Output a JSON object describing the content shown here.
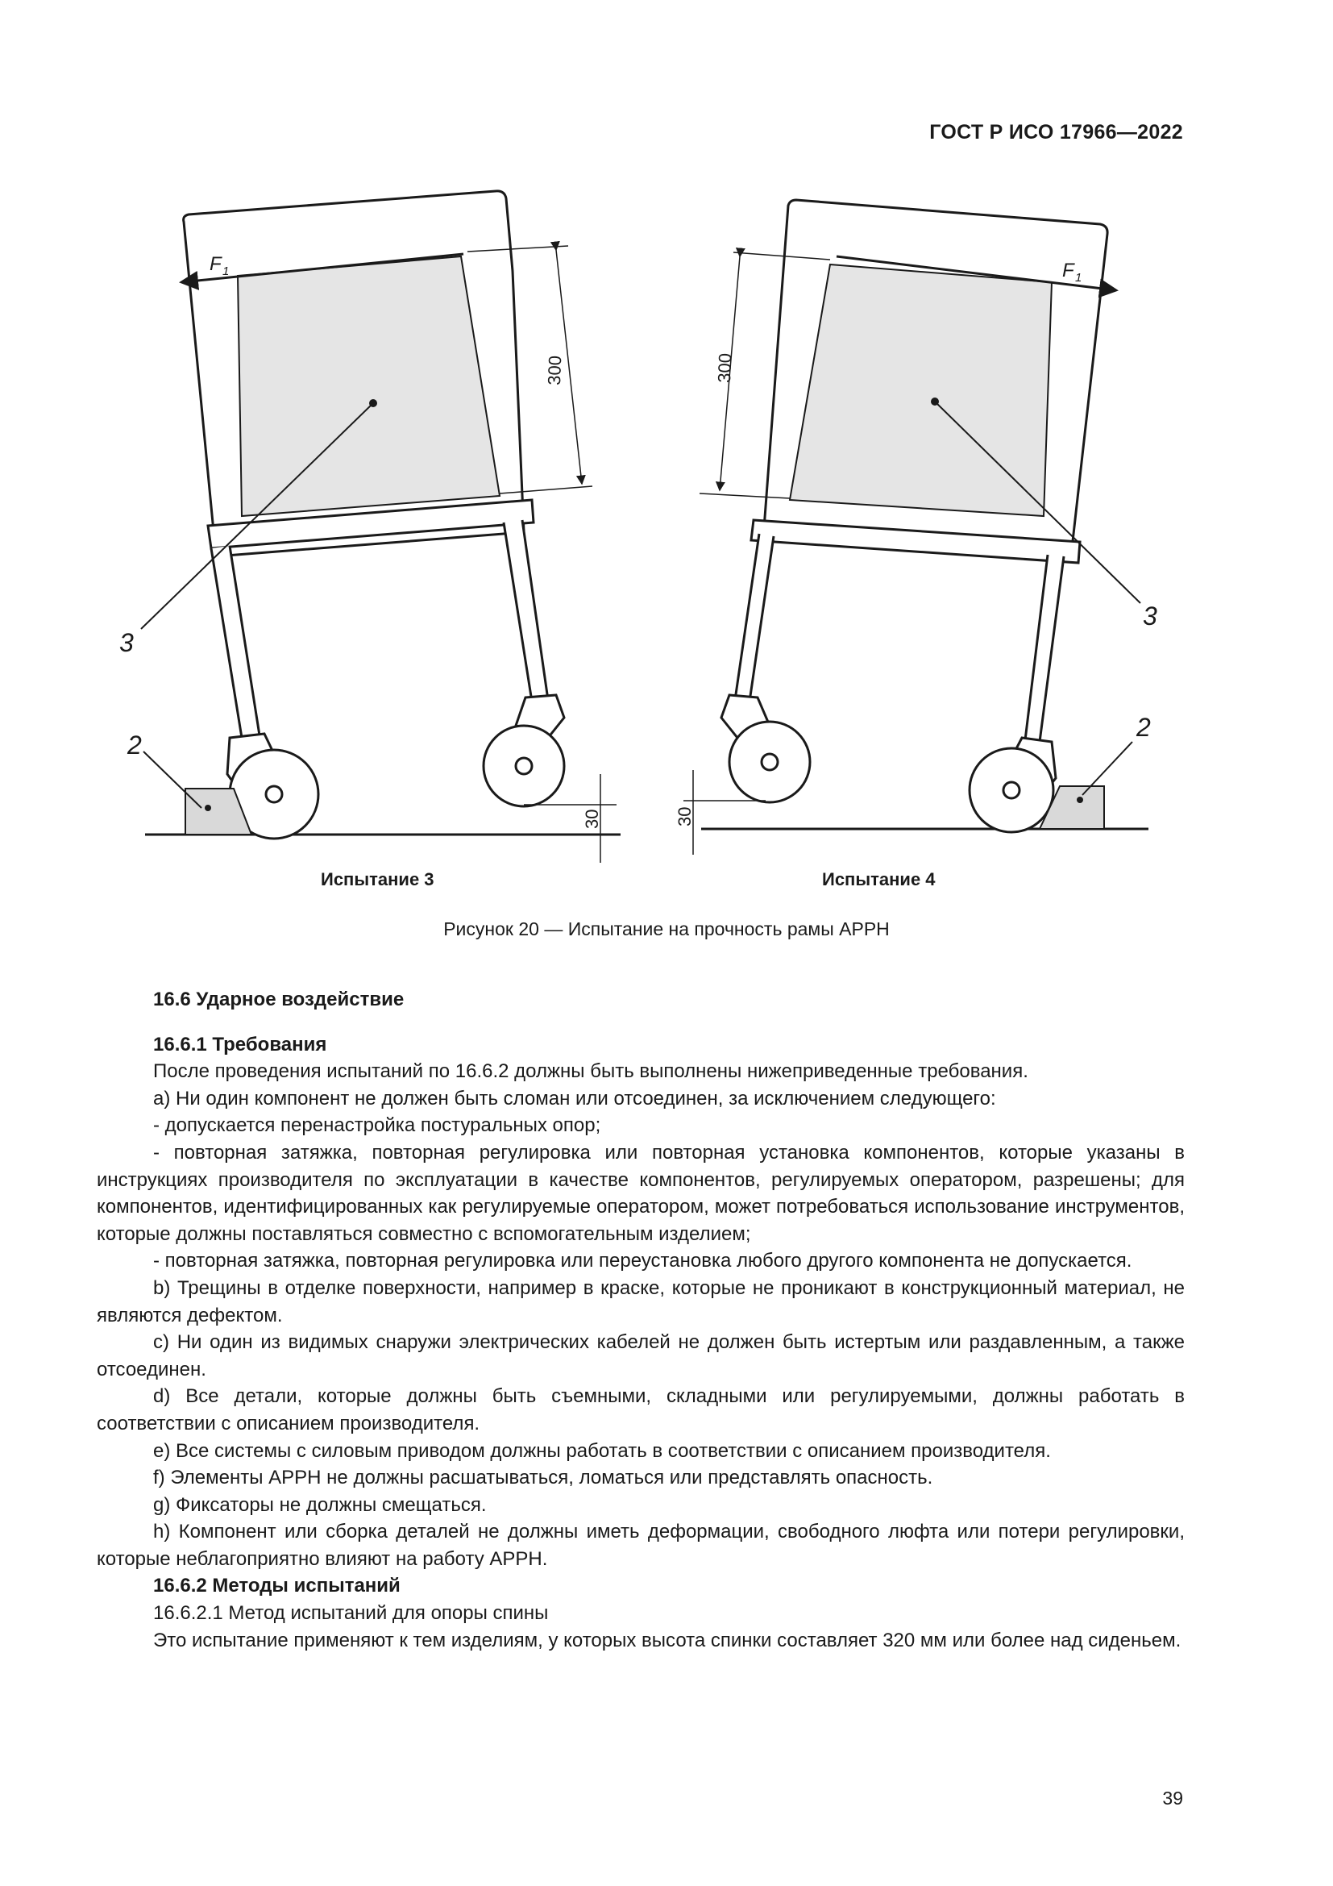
{
  "header": {
    "standard": "ГОСТ Р ИСО 17966—2022"
  },
  "figure": {
    "left": {
      "force_label": "F",
      "force_sub": "1",
      "dim_height": "300",
      "dim_block": "30",
      "callout_3": "3",
      "callout_2": "2",
      "label": "Испытание 3"
    },
    "right": {
      "force_label": "F",
      "force_sub": "1",
      "dim_height": "300",
      "dim_block": "30",
      "callout_3": "3",
      "callout_2": "2",
      "label": "Испытание 4"
    },
    "caption": "Рисунок 20 — Испытание на прочность рамы АРРН"
  },
  "text": {
    "h1": "16.6 Ударное воздействие",
    "h2": "16.6.1 Требования",
    "p1": "После проведения испытаний по 16.6.2 должны быть выполнены нижеприведенные требования.",
    "p2": "а)  Ни один компонент не должен быть сломан или отсоединен, за исключением следующего:",
    "p3": "- допускается перенастройка постуральных опор;",
    "p4": "- повторная затяжка, повторная регулировка или повторная установка компонентов, которые ука­заны в инструкциях производителя по эксплуатации в качестве компонентов, регулируемых оператором, разрешены; для компонентов, идентифицированных как регулируемые оператором, может потребовать­ся использование инструментов, которые должны поставляться совместно с вспомогательным изделием;",
    "p5": "- повторная затяжка, повторная регулировка или переустановка любого другого компонента не допускается.",
    "p6": "b)  Трещины в отделке поверхности, например в краске, которые не проникают в конструкционный материал, не являются дефектом.",
    "p7": "c)  Ни один из видимых снаружи электрических кабелей не должен быть истертым или раздавлен­ным, а также отсоединен.",
    "p8": "d)  Все детали, которые должны быть съемными, складными или регулируемыми, должны рабо­тать в соответствии с описанием производителя.",
    "p9": "e)  Все системы с силовым приводом должны работать в соответствии с описанием производителя.",
    "p10": "f)  Элементы АРРН не должны расшатываться, ломаться или представлять опасность.",
    "p11": "g)  Фиксаторы не должны смещаться.",
    "p12": "h)  Компонент или сборка деталей не должны иметь деформации, свободного люфта или потери регулировки, которые неблагоприятно влияют на работу АРРН.",
    "h3": "16.6.2 Методы испытаний",
    "p13": "16.6.2.1 Метод испытаний для опоры спины",
    "p14": "Это испытание применяют к тем изделиям, у которых высота спинки составляет 320 мм или более над сиденьем."
  },
  "page_number": "39"
}
